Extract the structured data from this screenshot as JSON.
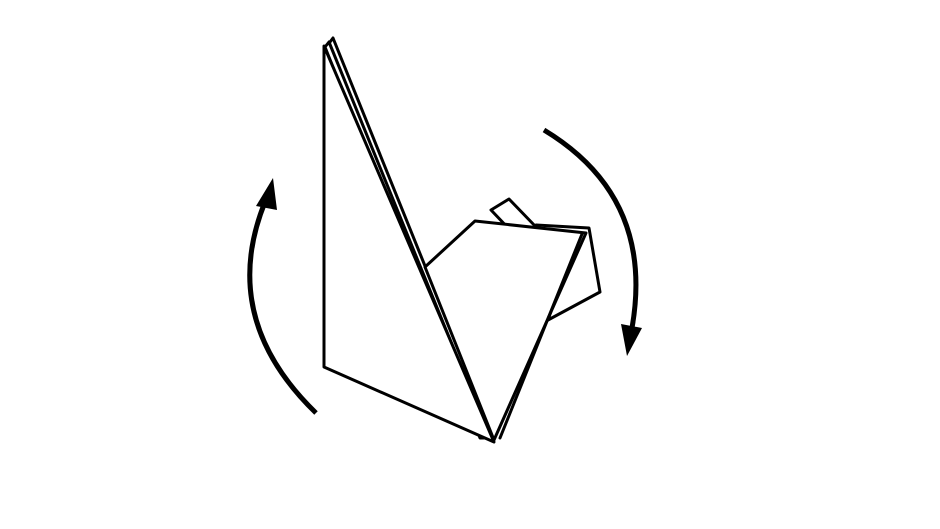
{
  "diagram": {
    "subject": "origami-model",
    "action": "turn-over",
    "arrows": [
      {
        "name": "rotate-left-arrow",
        "direction": "up"
      },
      {
        "name": "rotate-right-arrow",
        "direction": "down"
      }
    ],
    "colors": {
      "ink": "#000000",
      "paper": "#ffffff",
      "background": "#ffffff"
    }
  }
}
